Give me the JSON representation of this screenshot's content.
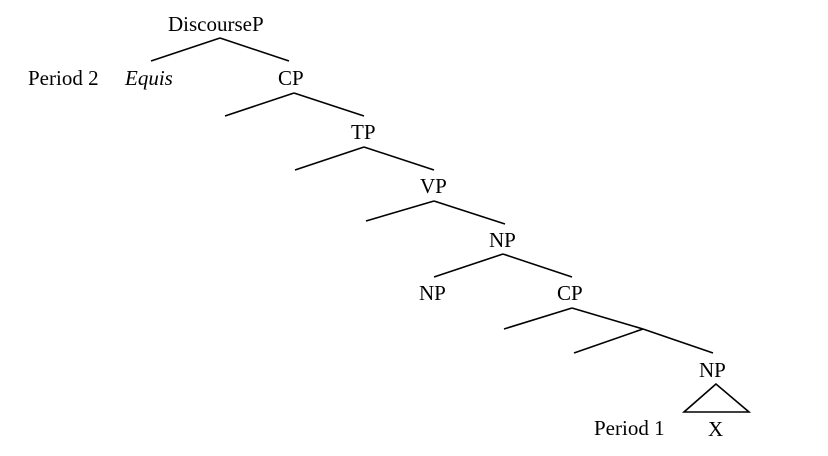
{
  "tree": {
    "root_label": "DiscourseP",
    "period2_label": "Period 2",
    "equis_label": "Equis",
    "cp_upper_label": "CP",
    "tp_label": "TP",
    "vp_label": "VP",
    "np_upper_label": "NP",
    "np_left_label": "NP",
    "cp_lower_label": "CP",
    "np_bottom_label": "NP",
    "period1_label": "Period 1",
    "x_label": "X"
  },
  "colors": {
    "ink": "#000000",
    "background": "#ffffff"
  }
}
